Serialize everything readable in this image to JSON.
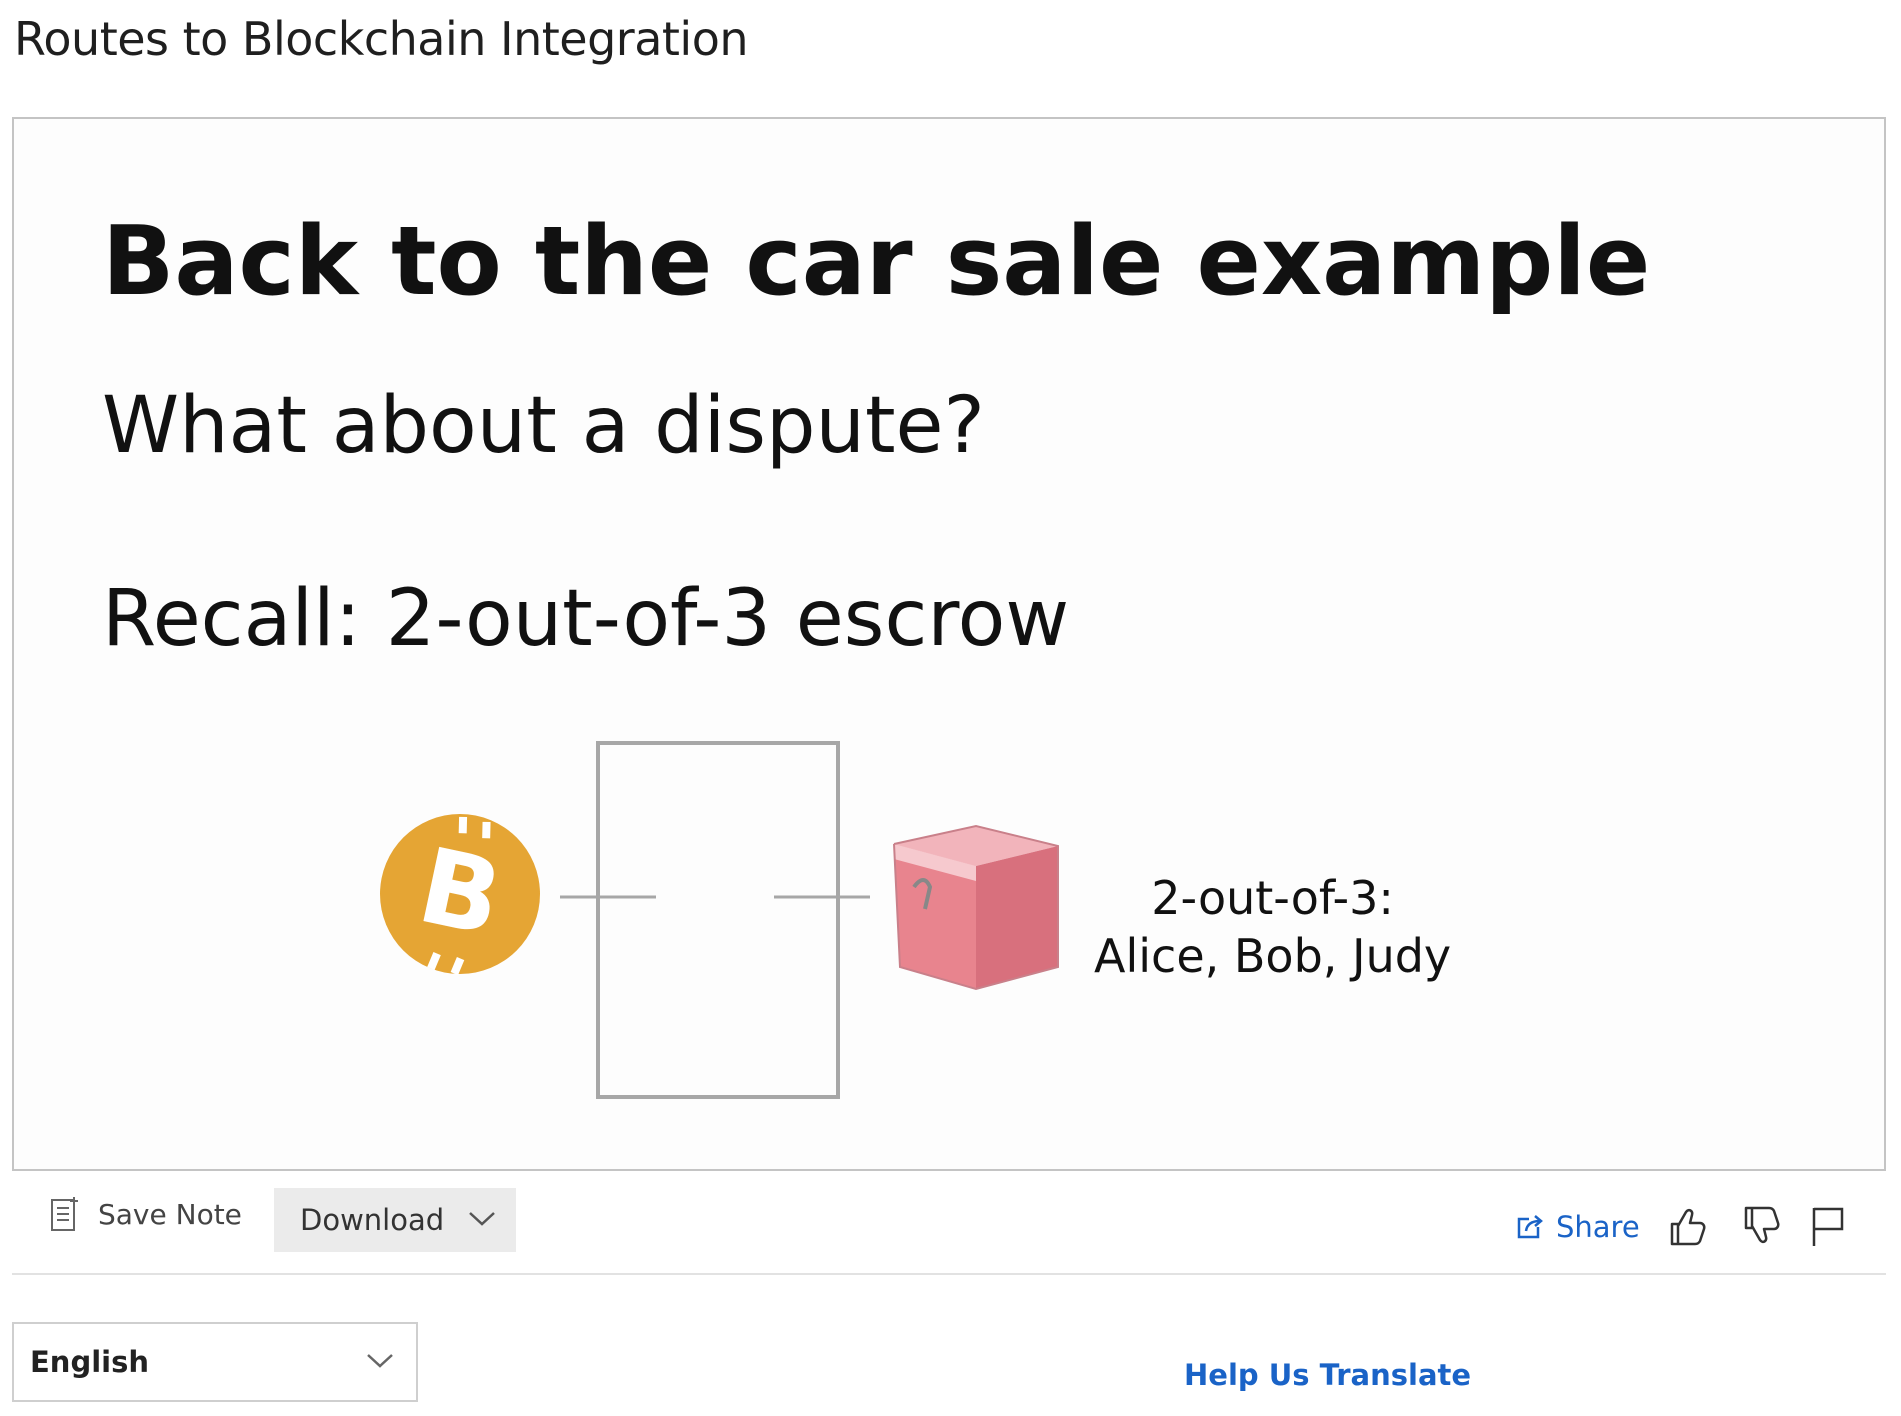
{
  "header": {
    "title": "Routes to Blockchain Integration"
  },
  "video": {
    "slide": {
      "title": "Back to the car sale example",
      "line1": "What about a dispute?",
      "line2": "Recall: 2-out-of-3 escrow",
      "escrow_line1": "2-out-of-3:",
      "escrow_line2": "Alice, Bob, Judy",
      "bitcoin_symbol": "B"
    }
  },
  "actions": {
    "save_note_label": "Save Note",
    "download_label": "Download",
    "share_label": "Share",
    "like_icon": "thumbs-up-icon",
    "dislike_icon": "thumbs-down-icon",
    "flag_icon": "flag-icon"
  },
  "footer": {
    "language_selected": "English",
    "help_translate_label": "Help Us Translate"
  },
  "colors": {
    "link_blue": "#1a63c7",
    "bitcoin_orange": "#e5a534",
    "box_pink": "#e8848e"
  }
}
